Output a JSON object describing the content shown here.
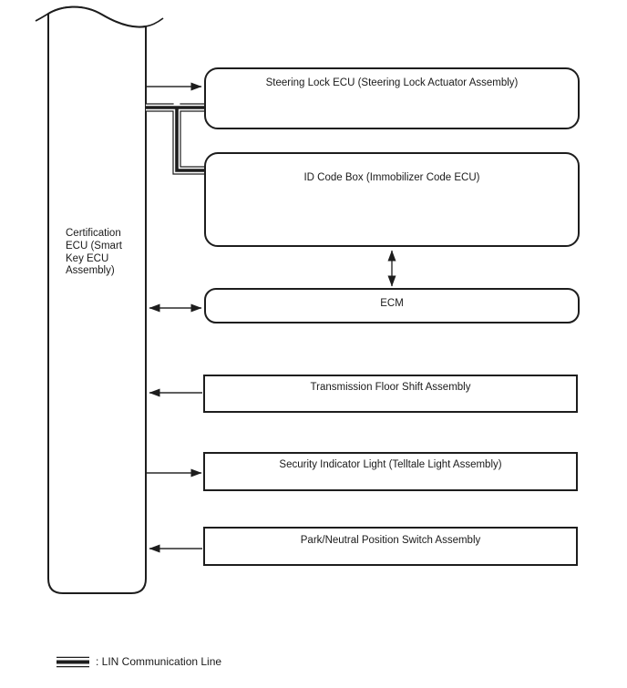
{
  "diagram_type": "communication-block-diagram",
  "colors": {
    "background": "#ffffff",
    "line": "#1d1d1d",
    "text": "#1a1a1a"
  },
  "certification_box": {
    "label": "Certification ECU (Smart Key ECU Assembly)",
    "shape": "tall-rectangle-torn-top"
  },
  "boxes": {
    "steering_lock": {
      "label": "Steering Lock ECU (Steering Lock Actuator Assembly)",
      "shape": "rounded"
    },
    "id_code": {
      "label": "ID Code Box (Immobilizer Code ECU)",
      "shape": "rounded"
    },
    "ecm": {
      "label": "ECM",
      "shape": "rounded"
    },
    "transmission": {
      "label": "Transmission Floor Shift Assembly",
      "shape": "rectangle"
    },
    "security": {
      "label": "Security Indicator Light (Telltale Light Assembly)",
      "shape": "rectangle"
    },
    "park_neutral": {
      "label": "Park/Neutral Position Switch Assembly",
      "shape": "rectangle"
    }
  },
  "connections": [
    {
      "from": "Certification ECU (Smart Key ECU Assembly)",
      "to": "Steering Lock ECU (Steering Lock Actuator Assembly)",
      "type": "arrow",
      "direction": "to"
    },
    {
      "from": "Certification ECU (Smart Key ECU Assembly)",
      "to": "Steering Lock ECU (Steering Lock Actuator Assembly)",
      "type": "lin-communication-line"
    },
    {
      "from": "Certification ECU (Smart Key ECU Assembly)",
      "to": "ID Code Box (Immobilizer Code ECU)",
      "type": "lin-communication-line"
    },
    {
      "from": "ID Code Box (Immobilizer Code ECU)",
      "to": "ECM",
      "type": "arrow",
      "direction": "both"
    },
    {
      "from": "Certification ECU (Smart Key ECU Assembly)",
      "to": "ECM",
      "type": "arrow",
      "direction": "both"
    },
    {
      "from": "Transmission Floor Shift Assembly",
      "to": "Certification ECU (Smart Key ECU Assembly)",
      "type": "arrow",
      "direction": "to"
    },
    {
      "from": "Certification ECU (Smart Key ECU Assembly)",
      "to": "Security Indicator Light (Telltale Light Assembly)",
      "type": "arrow",
      "direction": "to"
    },
    {
      "from": "Park/Neutral Position Switch Assembly",
      "to": "Certification ECU (Smart Key ECU Assembly)",
      "type": "arrow",
      "direction": "to"
    }
  ],
  "legend": {
    "symbol": "lin-communication-line-icon",
    "label": ": LIN Communication Line"
  }
}
